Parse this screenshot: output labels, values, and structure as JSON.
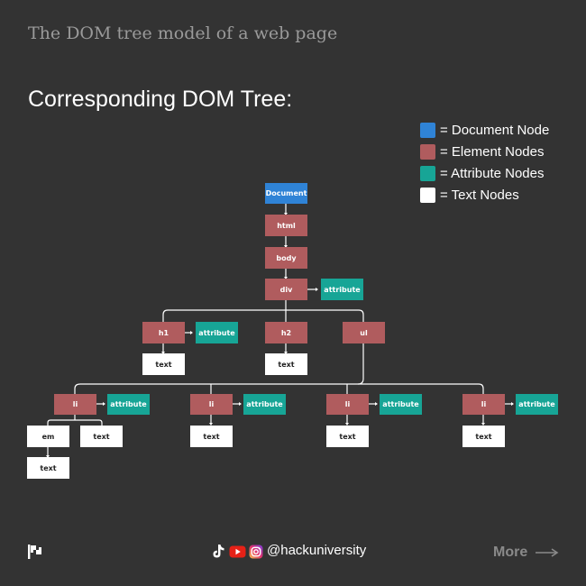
{
  "header": {
    "subtitle": "The DOM tree model of a web page",
    "title": "Corresponding DOM Tree:"
  },
  "legend": [
    {
      "label": "= Document Node",
      "color": "#2f83d6"
    },
    {
      "label": "= Element Nodes",
      "color": "#b05c5e"
    },
    {
      "label": "= Attribute Nodes",
      "color": "#17a596"
    },
    {
      "label": "= Text Nodes",
      "color": "#ffffff"
    }
  ],
  "tree": {
    "document": "Document",
    "html": "html",
    "body": "body",
    "div": "div",
    "div_attr": "attribute",
    "h1": "h1",
    "h1_attr": "attribute",
    "h1_text": "text",
    "h2": "h2",
    "h2_text": "text",
    "ul": "ul",
    "li1": "li",
    "li1_attr": "attribute",
    "em": "em",
    "em_text": "text",
    "li1_text": "text",
    "li2": "li",
    "li2_attr": "attribute",
    "li2_text": "text",
    "li3": "li",
    "li3_attr": "attribute",
    "li3_text": "text",
    "li4": "li",
    "li4_attr": "attribute",
    "li4_text": "text"
  },
  "footer": {
    "flag_icon": "flag-icon",
    "social_icons": [
      "tiktok-icon",
      "youtube-icon",
      "instagram-icon"
    ],
    "handle": "@hackuniversity",
    "more": "More"
  }
}
